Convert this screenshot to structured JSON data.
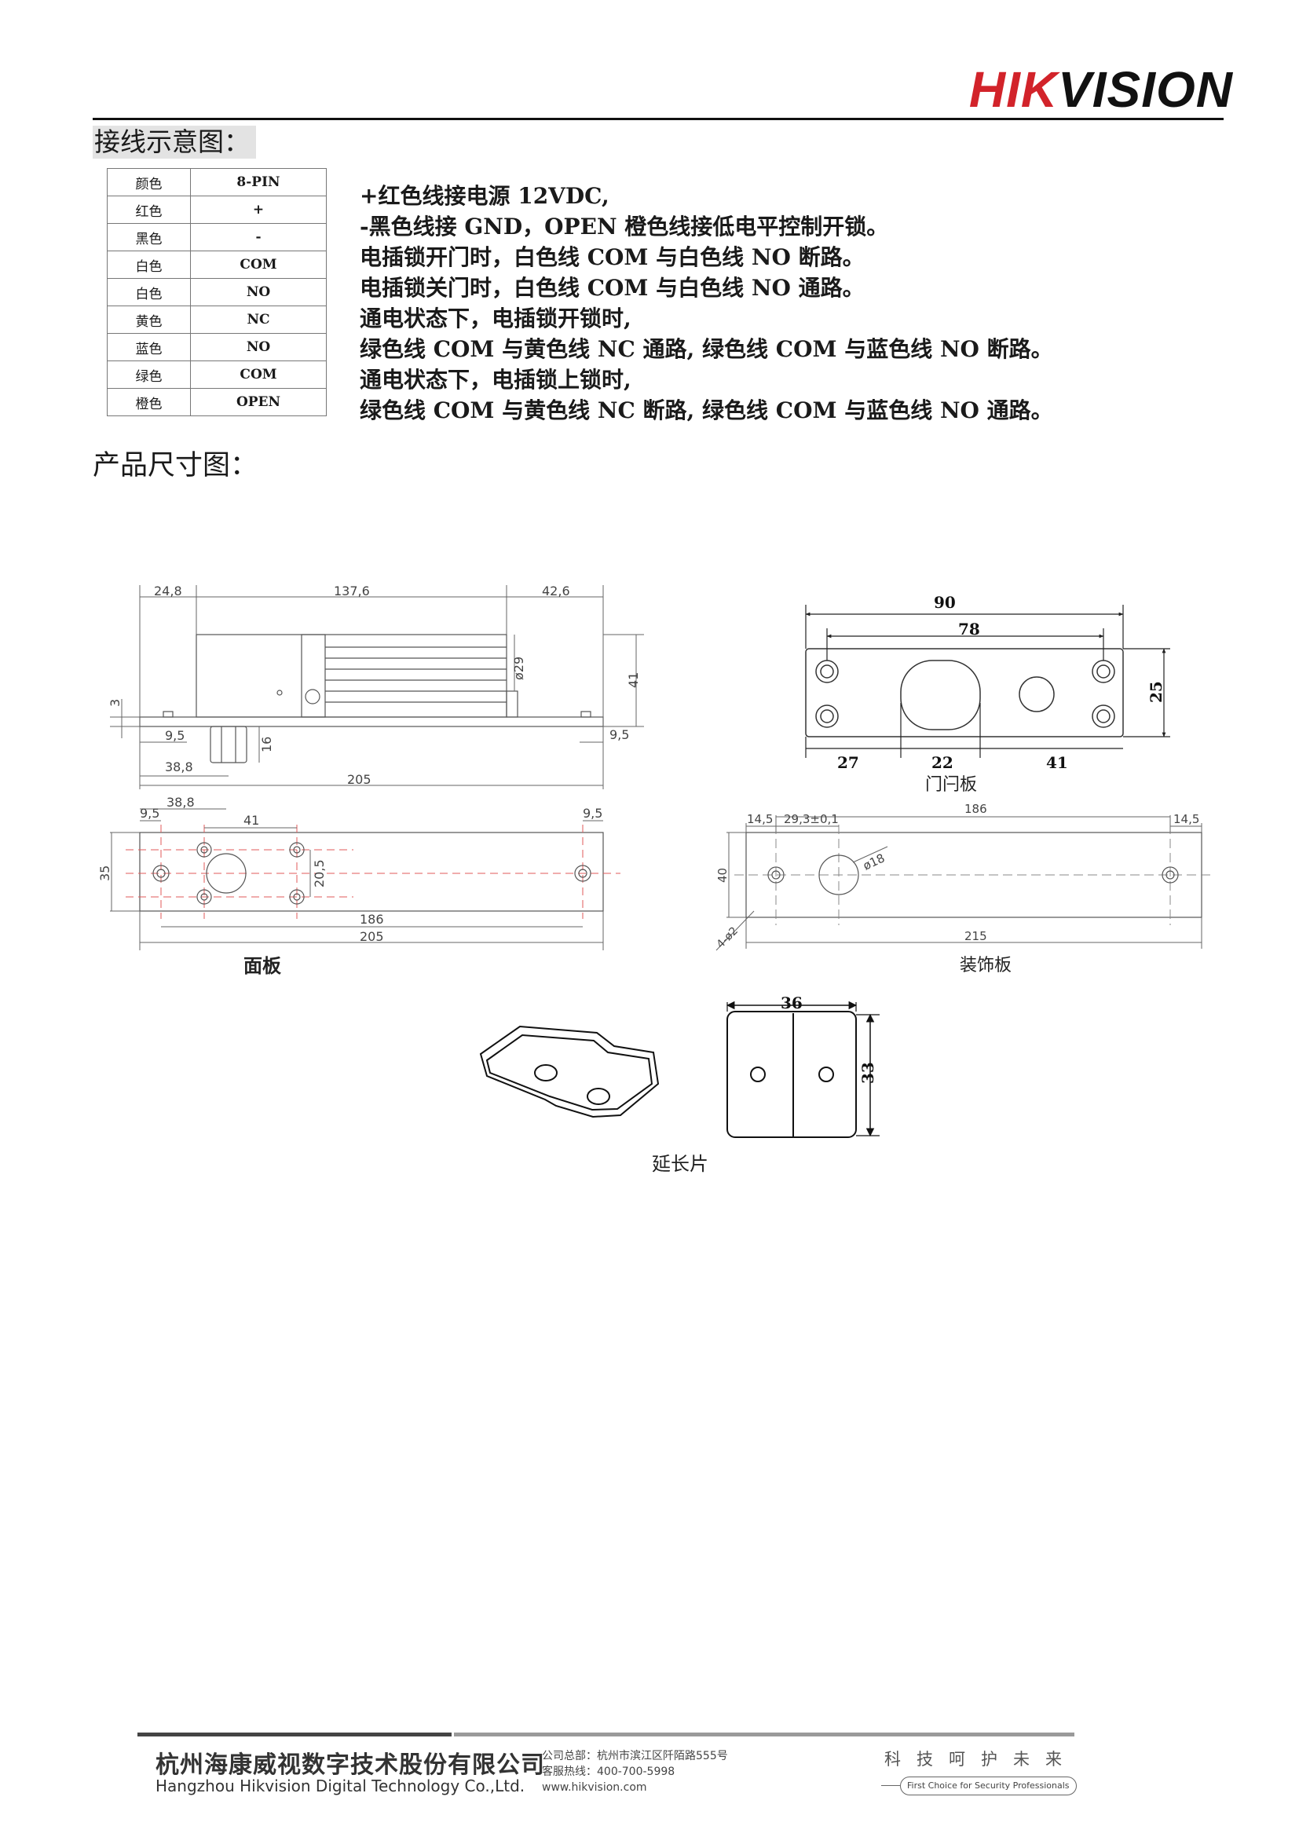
{
  "header": {
    "logo_part1": "HIK",
    "logo_part2": "VISION",
    "brand_red": "#d2232a"
  },
  "wiring_section": {
    "title": "接线示意图：",
    "table": [
      [
        "颜色",
        "8-PIN"
      ],
      [
        "红色",
        "+"
      ],
      [
        "黑色",
        "-"
      ],
      [
        "白色",
        "COM"
      ],
      [
        "白色",
        "NO"
      ],
      [
        "黄色",
        "NC"
      ],
      [
        "蓝色",
        "NO"
      ],
      [
        "绿色",
        "COM"
      ],
      [
        "橙色",
        "OPEN"
      ]
    ],
    "lines": [
      "+红色线接电源 12VDC,",
      "-黑色线接 GND，OPEN 橙色线接低电平控制开锁。",
      "电插锁开门时，白色线 COM 与白色线 NO 断路。",
      "电插锁关门时，白色线 COM 与白色线 NO 通路。",
      "通电状态下，电插锁开锁时,",
      "绿色线 COM 与黄色线 NC 通路, 绿色线 COM 与蓝色线 NO 断路。",
      "通电状态下，电插锁上锁时,",
      "绿色线 COM 与黄色线 NC 断路, 绿色线 COM 与蓝色线 NO 通路。"
    ]
  },
  "dimension_section": {
    "title": "产品尺寸图：",
    "lock_side": {
      "d1": "24,8",
      "d2": "137,6",
      "d3": "42,6",
      "dia": "ø29",
      "h": "41",
      "t": "3",
      "a": "9,5",
      "b": "16",
      "c": "9,5",
      "e": "38,8",
      "len": "205"
    },
    "faceplate": {
      "label": "面板",
      "a": "38,8",
      "b": "9,5",
      "c": "41",
      "d": "9,5",
      "h": "35",
      "e": "20,5",
      "f": "186",
      "len": "205"
    },
    "strike_plate": {
      "label": "门闩板",
      "w": "90",
      "w2": "78",
      "h": "25",
      "a": "27",
      "b": "22",
      "c": "41"
    },
    "deco_plate": {
      "label": "装饰板",
      "a": "14,5",
      "b": "29,3±0,1",
      "c": "186",
      "d": "14,5",
      "h": "40",
      "dia": "ø18",
      "holes": "4-ø2",
      "len": "215"
    },
    "extension": {
      "label": "延长片",
      "w": "36",
      "h": "33"
    }
  },
  "footer": {
    "company_cn": "杭州海康威视数字技术股份有限公司",
    "company_en": "Hangzhou Hikvision Digital Technology Co.,Ltd.",
    "hq": "公司总部：杭州市滨江区阡陌路555号",
    "hotline": "客服热线：400-700-5998",
    "web": "www.hikvision.com",
    "slogan": "科技呵护未来",
    "tagline": "First Choice for Security Professionals"
  }
}
